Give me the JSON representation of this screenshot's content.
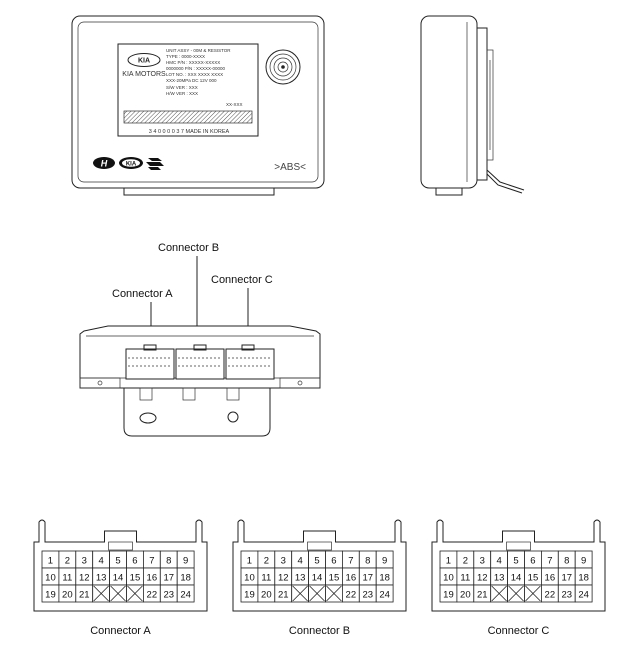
{
  "module": {
    "label_lines": [
      "UNIT ASSY - 00M & RESISTOR",
      "TYPE : 0000-XXXX",
      "HMC P/N : XXXXX-XXXXX",
      "0000000 P/N : XXXXX-00000",
      "LOT NO. : XXX XXXX XXXX",
      "XXX-20MPa DC 12V 000",
      "S/W VER : XXX",
      "H/W VER : XXX"
    ],
    "brand_text": "KIA",
    "brand_caption": "KIA MOTORS",
    "small_code": "XX-XXX",
    "barcode_text": "3 4 0 0 0 0 3 7  MADE IN KOREA",
    "abs_text": ">ABS<"
  },
  "callouts": {
    "a": "Connector A",
    "b": "Connector B",
    "c": "Connector C"
  },
  "pinouts": [
    {
      "caption": "Connector A",
      "rows": [
        [
          "1",
          "2",
          "3",
          "4",
          "5",
          "6",
          "7",
          "8",
          "9"
        ],
        [
          "10",
          "11",
          "12",
          "13",
          "14",
          "15",
          "16",
          "17",
          "18"
        ],
        [
          "19",
          "20",
          "21",
          "",
          "",
          "",
          "22",
          "23",
          "24"
        ]
      ]
    },
    {
      "caption": "Connector B",
      "rows": [
        [
          "1",
          "2",
          "3",
          "4",
          "5",
          "6",
          "7",
          "8",
          "9"
        ],
        [
          "10",
          "11",
          "12",
          "13",
          "14",
          "15",
          "16",
          "17",
          "18"
        ],
        [
          "19",
          "20",
          "21",
          "",
          "",
          "",
          "22",
          "23",
          "24"
        ]
      ]
    },
    {
      "caption": "Connector C",
      "rows": [
        [
          "1",
          "2",
          "3",
          "4",
          "5",
          "6",
          "7",
          "8",
          "9"
        ],
        [
          "10",
          "11",
          "12",
          "13",
          "14",
          "15",
          "16",
          "17",
          "18"
        ],
        [
          "19",
          "20",
          "21",
          "",
          "",
          "",
          "22",
          "23",
          "24"
        ]
      ]
    }
  ]
}
